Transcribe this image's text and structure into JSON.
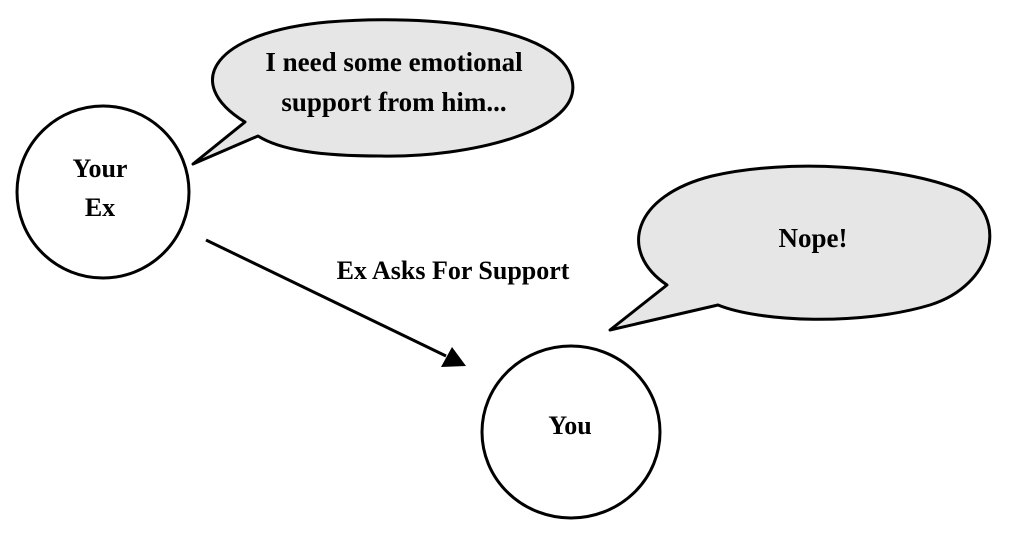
{
  "nodes": {
    "ex": {
      "line1": "Your",
      "line2": "Ex"
    },
    "you": {
      "label": "You"
    }
  },
  "bubbles": {
    "ex_thought": {
      "line1": "I need some emotional",
      "line2": "support from him..."
    },
    "you_reply": {
      "text": "Nope!"
    }
  },
  "edge": {
    "label": "Ex Asks For Support"
  },
  "colors": {
    "bubble_fill": "#e6e6e6",
    "stroke": "#000000",
    "background": "#ffffff"
  }
}
